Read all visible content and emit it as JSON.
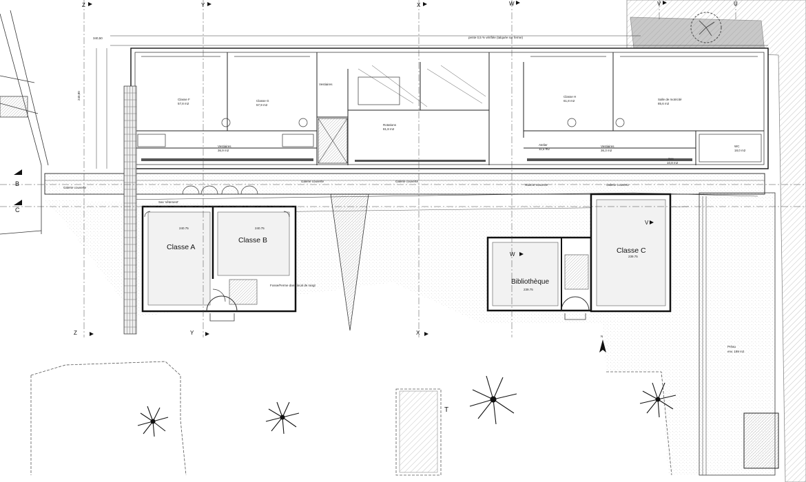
{
  "plan": {
    "main_rooms": {
      "classe_a": "Classe A",
      "classe_a_alt": "240.75",
      "classe_b": "Classe B",
      "classe_b_alt": "240.75",
      "bibliotheque": "Bibliothèque",
      "bibliotheque_alt": "239.75",
      "classe_c": "Classe C",
      "classe_c_alt": "239.75"
    },
    "wing_rooms": {
      "classe_f": "Classe F",
      "classe_f_area": "57,8 m2",
      "classe_g": "Classe G",
      "classe_g_area": "57,9 m2",
      "classe_h": "Classe H",
      "classe_h_area": "61,8 m2",
      "salle_motricite": "Salle de motricité",
      "salle_motricite_area": "85,6 m2",
      "vestiaires_1": "Vestiaires",
      "vestiaires_1_area": "36,9 m2",
      "vestiaires_2": "Vestiaires",
      "vestiaires_2_area": "36,3 m2",
      "vestiaires_personnel": "Vestiaires",
      "rotations": "Rotations",
      "rotations_area": "81,8 m2",
      "atelier": "Atelier",
      "atelier_area": "11,5 m2",
      "sas": "Sas",
      "sas_area": "10,8 m2",
      "wc": "WC",
      "wc_area": "18,0 m2"
    },
    "circulation": {
      "galerie_1": "Galerie couverte",
      "galerie_2": "Galerie couverte",
      "galerie_3": "Galerie couverte",
      "galerie_4": "Galerie couverte",
      "galerie_5": "Galerie couverte",
      "sas_vetement": "Sas 'vêtement'",
      "pente_note": "pente 0,5 % vérifiée (talquée sur ferme)",
      "preau": "Préau",
      "preau_area": "env. 189 m2",
      "fosse_note": "Fosse/Ferme dans local de rangt"
    },
    "axes": {
      "b": "B",
      "c": "C",
      "z": "Z",
      "y": "Y",
      "x": "X",
      "w": "W",
      "v": "V",
      "u": "U"
    },
    "dimensions": {
      "d_top": "340,50",
      "d_side": "240,80"
    },
    "north_label": "N",
    "tree_t": "T"
  }
}
